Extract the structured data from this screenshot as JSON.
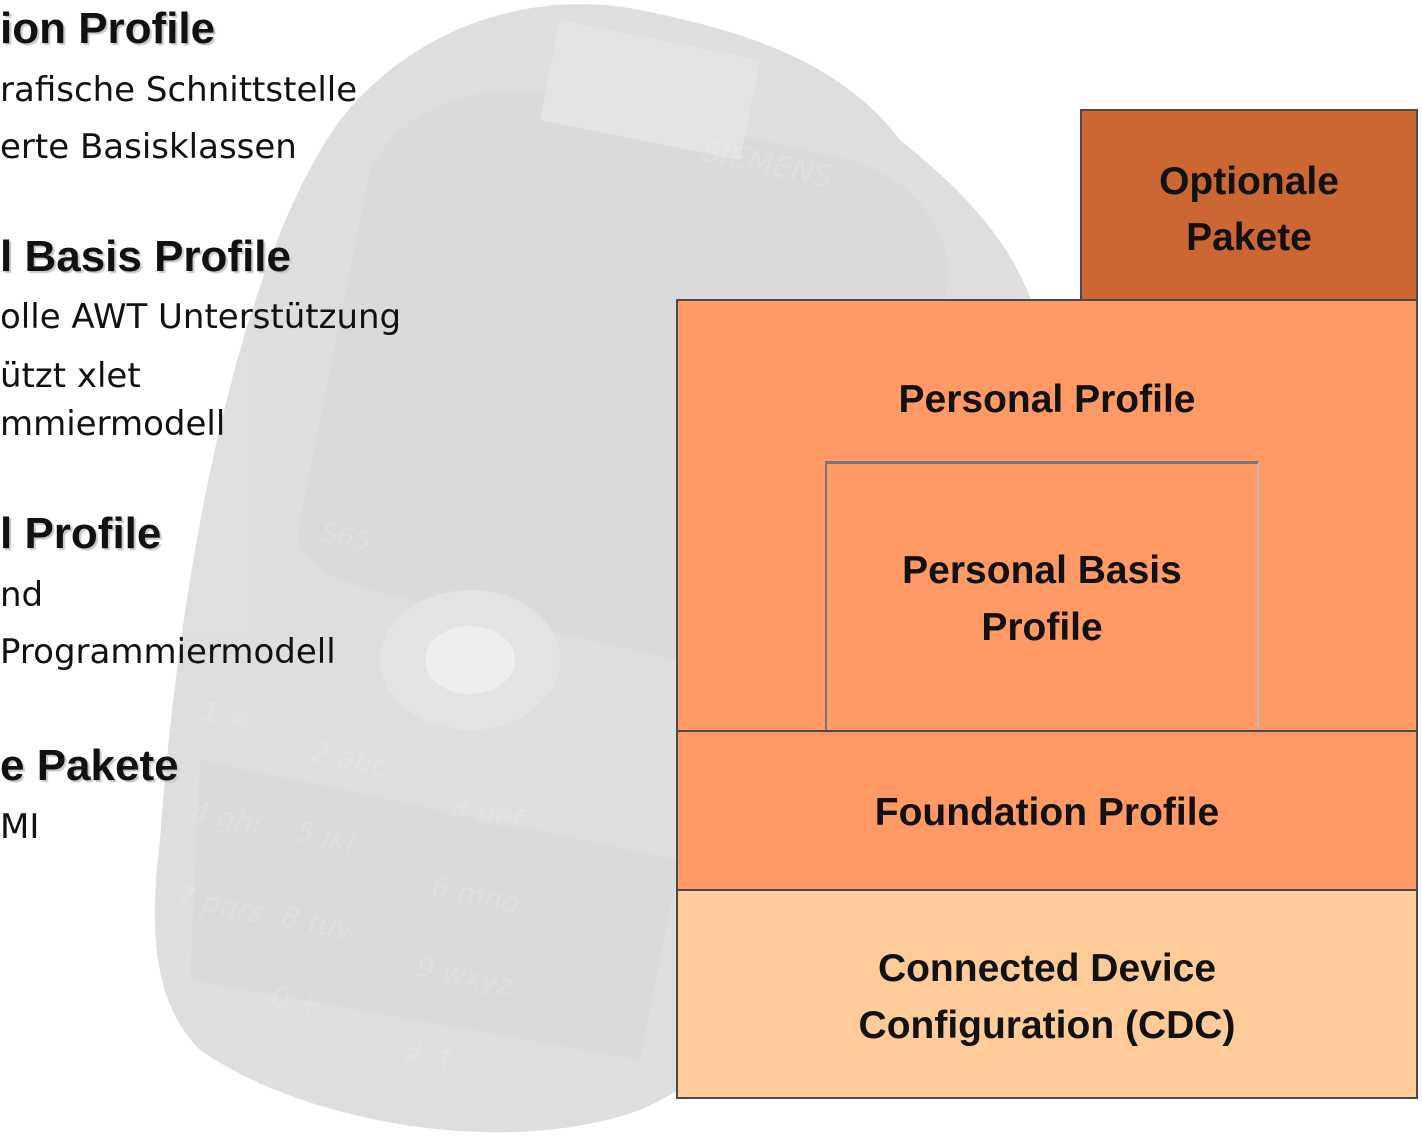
{
  "left_text": {
    "foundation": {
      "heading": "ion Profile",
      "lines": [
        "rafische Schnittstelle",
        "erte Basisklassen"
      ]
    },
    "basis": {
      "heading": "l Basis Profile",
      "lines": [
        "olle AWT Unterstützung",
        "ützt xlet",
        "mmiermodell"
      ]
    },
    "personal": {
      "heading": "l Profile",
      "lines": [
        "nd",
        "Programmiermodell"
      ]
    },
    "optional": {
      "heading": "e Pakete",
      "lines": [
        "MI"
      ]
    }
  },
  "watermark": {
    "brand": "SIEMENS",
    "model": "S65",
    "keys": [
      "1 ∞",
      "2 abc",
      "3 def",
      "4 ghi",
      "5 jkl",
      "6 mno",
      "7 pqrs",
      "8 tuv",
      "9 wxyz",
      "0 +",
      "# ↑"
    ]
  },
  "diagram": {
    "optional": {
      "line1": "Optionale",
      "line2": "Pakete"
    },
    "personal": {
      "label": "Personal Profile"
    },
    "basis": {
      "line1": "Personal Basis",
      "line2": "Profile"
    },
    "foundation": {
      "label": "Foundation Profile"
    },
    "cdc": {
      "line1": "Connected Device",
      "line2": "Configuration (CDC)"
    }
  },
  "colors": {
    "optional": "#cc6633",
    "profile": "#ff9966",
    "cdc": "#ffcc99"
  }
}
